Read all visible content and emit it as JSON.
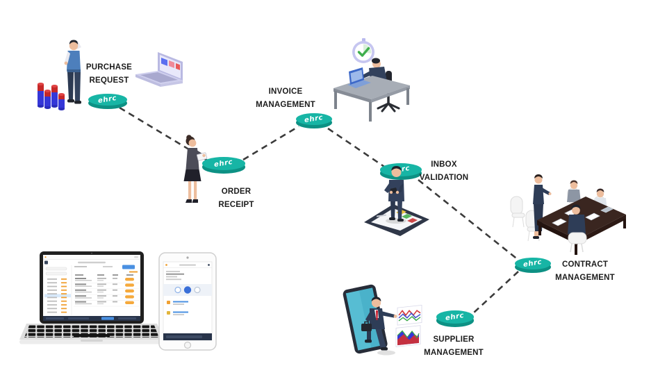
{
  "brand": {
    "disc_logo": "ehrc"
  },
  "colors": {
    "background": "#ffffff",
    "disc_top": "#17b5a5",
    "disc_rim": "#0d9184",
    "disc_logo_text": "#ffffff",
    "label_text": "#1c1c1c",
    "connector_dash": "#3b3b3b",
    "suit_navy": "#2e3d56",
    "accent_orange": "#f0a032",
    "accent_blue": "#4a90e2",
    "footer_navy": "#28344a"
  },
  "nodes": [
    {
      "id": "purchase-request",
      "label": "PURCHASE REQUEST"
    },
    {
      "id": "order-receipt",
      "label": "ORDER RECEIPT"
    },
    {
      "id": "invoice-management",
      "label": "INVOICE MANAGEMENT"
    },
    {
      "id": "inbox-validation",
      "label": "INBOX VALIDATION"
    },
    {
      "id": "contract-management",
      "label": "CONTRACT MANAGEMENT"
    },
    {
      "id": "supplier-management",
      "label": "SUPPLIER MANAGEMENT"
    }
  ],
  "flow": [
    [
      "purchase-request",
      "order-receipt"
    ],
    [
      "order-receipt",
      "invoice-management"
    ],
    [
      "invoice-management",
      "inbox-validation"
    ],
    [
      "inbox-validation",
      "contract-management"
    ],
    [
      "contract-management",
      "supplier-management"
    ]
  ],
  "illustrations": {
    "purchase_request": [
      "businessman-on-phone",
      "cylinder-bar-chart",
      "laptop-dashboard"
    ],
    "order_receipt": [
      "businesswoman-with-tablet"
    ],
    "invoice_management": [
      "timer-check-icon",
      "man-working-at-desk"
    ],
    "inbox_validation": [
      "man-standing-on-smartphone"
    ],
    "contract_management": [
      "team-meeting-at-conference-table"
    ],
    "supplier_management": [
      "businessman-stepping-out-of-tablet",
      "line-chart",
      "area-chart"
    ],
    "bottom_left": [
      "laptop-app-mockup",
      "tablet-app-mockup"
    ]
  }
}
